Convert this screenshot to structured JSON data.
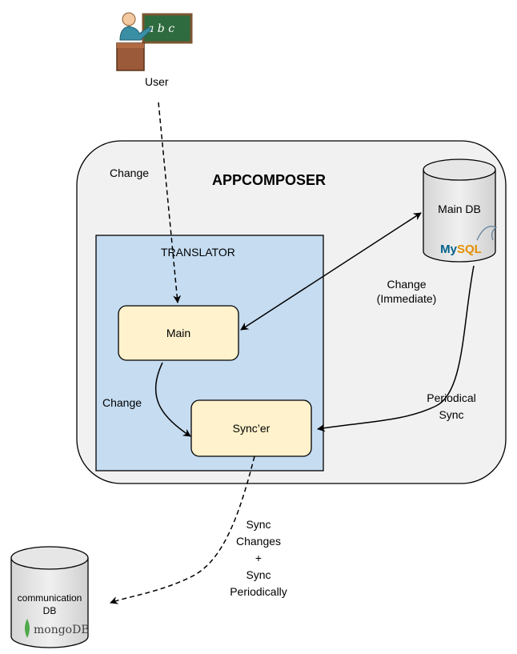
{
  "user": {
    "label": "User",
    "board_text": "a b c"
  },
  "appcomposer": {
    "title": "APPCOMPOSER"
  },
  "translator": {
    "title": "TRANSLATOR"
  },
  "main_box": {
    "label": "Main"
  },
  "syncer_box": {
    "label": "Sync’er"
  },
  "main_db": {
    "label": "Main DB",
    "logo_text": "MySQL"
  },
  "comm_db": {
    "label_line1": "communication",
    "label_line2": "DB",
    "logo_text": "mongoDB"
  },
  "edges": {
    "user_change": "Change",
    "main_to_syncer_change": "Change",
    "immediate_line1": "Change",
    "immediate_line2": "(Immediate)",
    "periodical_line1": "Periodical",
    "periodical_line2": "Sync",
    "sync_line1": "Sync",
    "sync_line2": "Changes",
    "sync_line3": "+",
    "sync_line4": "Sync",
    "sync_line5": "Periodically"
  },
  "colors": {
    "appcomposer_fill": "#f1f1f1",
    "translator_fill": "#c5dcf1",
    "box_fill": "#fff2cc",
    "db_fill": "#e6e6e6",
    "mysql_blue": "#00618a",
    "mysql_orange": "#e48e00",
    "mongo_green": "#4fa94a"
  }
}
